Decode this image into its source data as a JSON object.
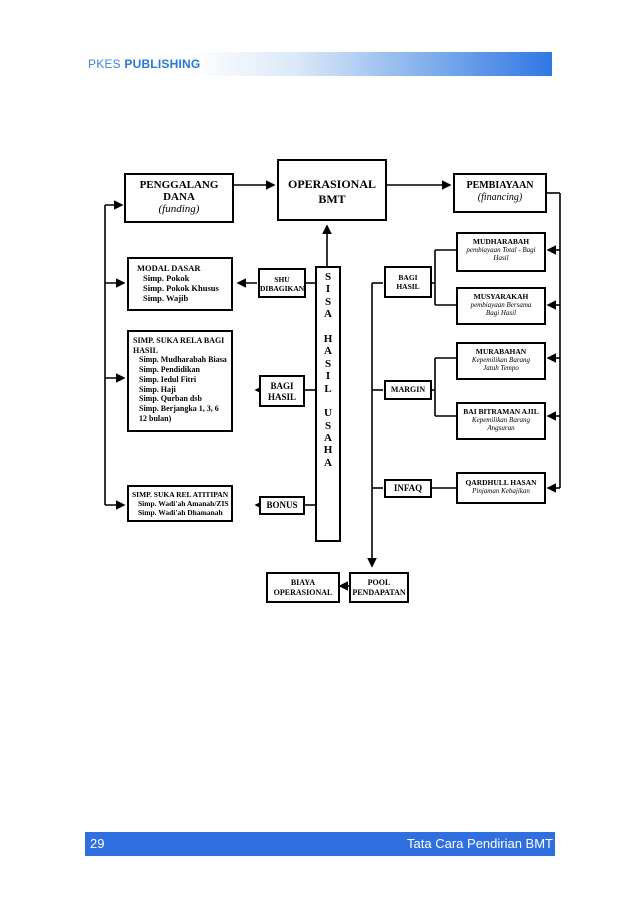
{
  "header": {
    "brand_light": "PKES",
    "brand_bold": "PUBLISHING"
  },
  "footer": {
    "page_number": "29",
    "title": "Tata Cara Pendirian BMT"
  },
  "diagram": {
    "penggalang": {
      "title1": "PENGGALANG",
      "title2": "DANA",
      "sub": "(funding)"
    },
    "operasional": {
      "title1": "OPERASIONAL",
      "title2": "BMT"
    },
    "pembiayaan": {
      "title": "PEMBIAYAAN",
      "sub": "(financing)"
    },
    "modal_dasar": {
      "title": "MODAL DASAR",
      "items": [
        "Simp. Pokok",
        "Simp. Pokok Khusus",
        "Simp. Wajib"
      ]
    },
    "suka_rela_bagi_hasil": {
      "title1": "SIMP. SUKA RELA BAGI",
      "title2": "HASIL",
      "items": [
        "Simp. Mudharabah Biasa",
        "Simp. Pendidikan",
        "Simp. Iedul Fitri",
        "Simp. Haji",
        "Simp. Qurban dsb",
        "Simp. Berjangka 1, 3, 6",
        "12 bulan)"
      ]
    },
    "suka_rela_titipan": {
      "title": "SIMP. SUKA REL ATITIPAN",
      "items": [
        "Simp. Wadi'ah Amanah/ZIS",
        "Simp. Wadi'ah Dhamanah"
      ]
    },
    "shu": {
      "line1": "SHU",
      "line2": "DIBAGIKAN"
    },
    "bagi_hasil_left": {
      "line1": "BAGI",
      "line2": "HASIL"
    },
    "bonus": "BONUS",
    "sisa_hasil_usaha": [
      "S",
      "I",
      "S",
      "A",
      "",
      "H",
      "A",
      "S",
      "I",
      "L",
      "",
      "U",
      "S",
      "A",
      "H",
      "A"
    ],
    "bagi_hasil_right": {
      "line1": "BAGI",
      "line2": "HASIL"
    },
    "margin": "MARGIN",
    "infaq": "INFAQ",
    "mudharabah": {
      "title": "MUDHARABAH",
      "sub1": "pembiayaan Total - Bagi",
      "sub2": "Hasil"
    },
    "musyarakah": {
      "title": "MUSYARAKAH",
      "sub1": "pembiayaan Bersama",
      "sub2": "Bagi Hasil"
    },
    "murabahan": {
      "title": "MURABAHAN",
      "sub1": "Kepemilikan Barang",
      "sub2": "Jatuh Tempo"
    },
    "bai_bitraman": {
      "title": "BAI BITRAMAN AJIL",
      "sub1": "Kepemilikan Barang",
      "sub2": "Angsuran"
    },
    "qardhull": {
      "title": "QARDHULL HASAN",
      "sub": "Pinjaman Kebajikan"
    },
    "biaya_operasional": {
      "line1": "BIAYA",
      "line2": "OPERASIONAL"
    },
    "pool_pendapatan": {
      "line1": "POOL",
      "line2": "PENDAPATAN"
    }
  }
}
